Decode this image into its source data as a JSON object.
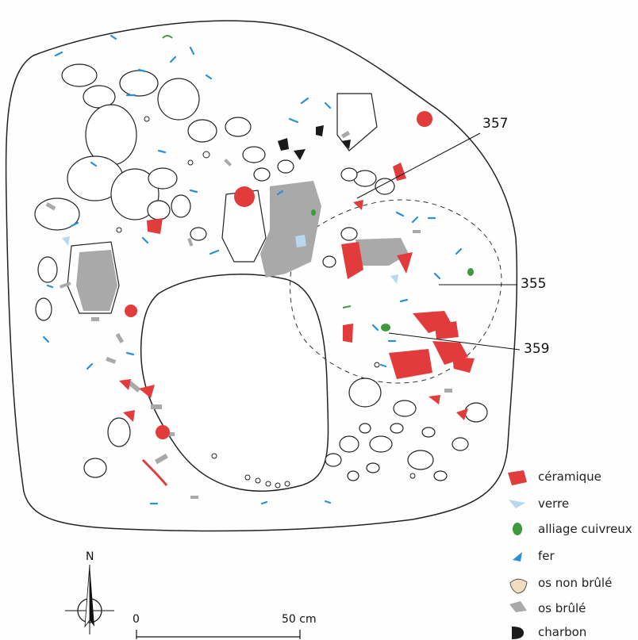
{
  "callouts": [
    {
      "id": "c357",
      "label": "357"
    },
    {
      "id": "c355",
      "label": "355"
    },
    {
      "id": "c359",
      "label": "359"
    }
  ],
  "legend": [
    {
      "key": "ceramique",
      "label": "céramique",
      "icon": "ceramique-icon",
      "color": "#e23b3b"
    },
    {
      "key": "verre",
      "label": "verre",
      "icon": "verre-icon",
      "color": "#b7d8ee"
    },
    {
      "key": "alliage",
      "label": "alliage cuivreux",
      "icon": "alliage-cuivreux-icon",
      "color": "#3f9a3f"
    },
    {
      "key": "fer",
      "label": "fer",
      "icon": "fer-icon",
      "color": "#2b8fd6"
    },
    {
      "key": "os_nb",
      "label": "os non brûlé",
      "icon": "os-non-brule-icon",
      "color": "#f2dcc2"
    },
    {
      "key": "os_b",
      "label": "os brûlé",
      "icon": "os-brule-icon",
      "color": "#a9a9a9"
    },
    {
      "key": "charbon",
      "label": "charbon",
      "icon": "charbon-icon",
      "color": "#1a1a1a"
    }
  ],
  "north": {
    "label": "N"
  },
  "scale": {
    "start": "0",
    "end": "50 cm"
  }
}
